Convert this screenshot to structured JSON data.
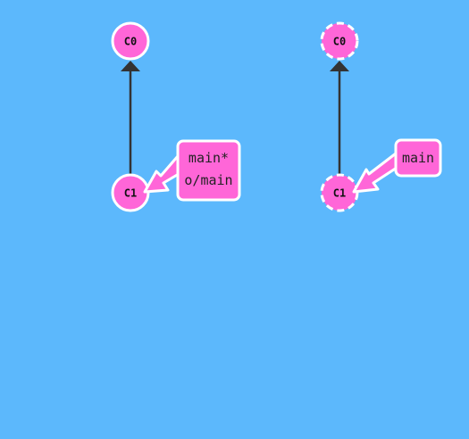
{
  "colors": {
    "background": "#5cb8fc",
    "commit_fill": "#ff66d8",
    "commit_stroke": "#ffffff",
    "edge": "#333333",
    "branch_fill": "#ff66d8",
    "branch_stroke": "#ffffff",
    "arrow_fill": "#ff66d8",
    "arrow_stroke": "#ffffff"
  },
  "graphs": [
    {
      "id": "left",
      "commits": [
        {
          "id": "C0",
          "label": "C0",
          "dashed": false
        },
        {
          "id": "C1",
          "label": "C1",
          "dashed": false
        }
      ],
      "edges": [
        {
          "from": "C1",
          "to": "C0"
        }
      ],
      "branch": {
        "target": "C1",
        "lines": [
          "main*",
          "o/main"
        ]
      }
    },
    {
      "id": "right",
      "commits": [
        {
          "id": "C0",
          "label": "C0",
          "dashed": true
        },
        {
          "id": "C1",
          "label": "C1",
          "dashed": true
        }
      ],
      "edges": [
        {
          "from": "C1",
          "to": "C0"
        }
      ],
      "branch": {
        "target": "C1",
        "lines": [
          "main"
        ]
      }
    }
  ]
}
